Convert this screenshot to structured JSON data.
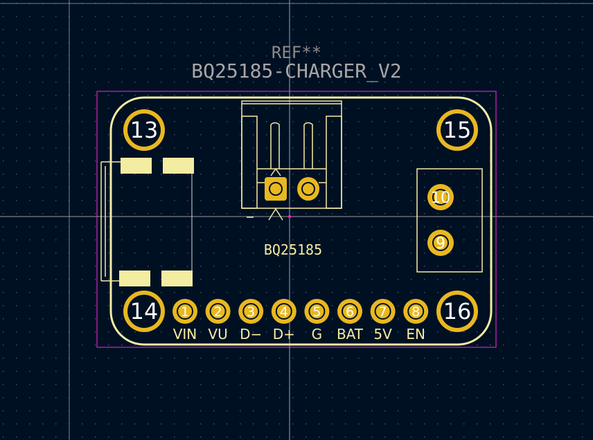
{
  "footprint": {
    "reference": "REF**",
    "value": "BQ25185-CHARGER_V2",
    "silk_label": "BQ25185"
  },
  "mount_holes": [
    {
      "id": "13",
      "label": "13"
    },
    {
      "id": "15",
      "label": "15"
    },
    {
      "id": "14",
      "label": "14"
    },
    {
      "id": "16",
      "label": "16"
    }
  ],
  "header_pins": [
    {
      "number": "1",
      "label": "VIN"
    },
    {
      "number": "2",
      "label": "VU"
    },
    {
      "number": "3",
      "label": "D−"
    },
    {
      "number": "4",
      "label": "D+"
    },
    {
      "number": "5",
      "label": "G"
    },
    {
      "number": "6",
      "label": "BAT"
    },
    {
      "number": "7",
      "label": "5V"
    },
    {
      "number": "8",
      "label": "EN"
    }
  ],
  "side_pads": [
    {
      "number": "10"
    },
    {
      "number": "9"
    }
  ],
  "colors": {
    "background": "#001023",
    "grid_dot": "#4a5a6e",
    "crosshair": "#c8c8c8",
    "silkscreen": "#f2eda1",
    "pad_gold": "#e8b820",
    "pad_text": "#ffffff",
    "fab_text": "#a6a6a6",
    "courtyard": "#ff26e2"
  }
}
